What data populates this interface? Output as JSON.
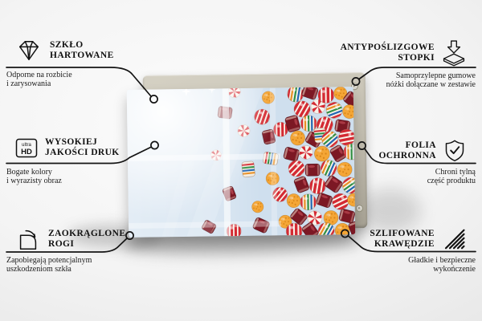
{
  "callouts": {
    "top_left": {
      "icon": "diamond-icon",
      "title_line1": "SZKŁO",
      "title_line2": "HARTOWANE",
      "subtitle_line1": "Odporne na rozbicie",
      "subtitle_line2": "i zarysowania"
    },
    "mid_left": {
      "icon": "ultra-hd-icon",
      "icon_text_small": "ultra",
      "icon_text_large": "HD",
      "title_line1": "WYSOKIEJ",
      "title_line2": "JAKOŚCI DRUK",
      "subtitle_line1": "Bogate kolory",
      "subtitle_line2": "i wyrazisty obraz"
    },
    "bottom_left": {
      "icon": "rounded-corner-icon",
      "title_line1": "ZAOKRĄGLONE",
      "title_line2": "ROGI",
      "subtitle_line1": "Zapobiegają potencjalnym",
      "subtitle_line2": "uszkodzeniom szkła"
    },
    "top_right": {
      "icon": "anti-slip-feet-icon",
      "title_line1": "ANTYPOŚLIZGOWE",
      "title_line2": "STOPKI",
      "subtitle_line1": "Samoprzylepne gumowe",
      "subtitle_line2": "nóżki dołączane w zestawie"
    },
    "mid_right": {
      "icon": "shield-check-icon",
      "title_line1": "FOLIA",
      "title_line2": "OCHRONNA",
      "subtitle_line1": "Chroni tylną",
      "subtitle_line2": "część produktu"
    },
    "bottom_right": {
      "icon": "polished-edges-icon",
      "title_line1": "SZLIFOWANE",
      "title_line2": "KRAWĘDZIE",
      "subtitle_line1": "Gładkie i bezpieczne",
      "subtitle_line2": "wykończenie"
    }
  },
  "colors": {
    "text": "#111111",
    "connector_line": "#141414",
    "backing_board": "#c7c2b4",
    "photo_background": "#cfdfee",
    "candy_red": "#d42a33",
    "candy_orange": "#f4a636",
    "candy_burgundy": "#7c1824",
    "candy_green": "#2f8f46",
    "candy_blue": "#2166b3"
  }
}
